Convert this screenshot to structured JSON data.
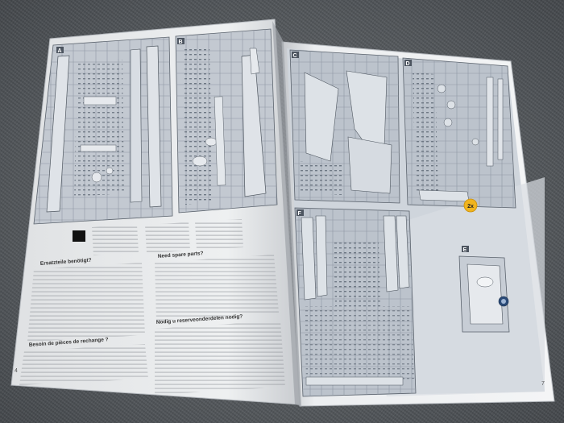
{
  "left_page": {
    "page_number": "4",
    "panel_labels": [
      "A",
      "B"
    ],
    "headings": {
      "spare_parts_de": "Ersatzteile benötigt?",
      "spare_parts_fr": "Besoin de pièces de rechange ?",
      "spare_parts_en": "Need spare parts?",
      "spare_parts_nl": "Nodig u reserveonderdelen nodig?"
    }
  },
  "right_page": {
    "page_number": "7",
    "panel_labels": [
      "C",
      "D",
      "F",
      "E"
    ],
    "badge": "2x"
  },
  "colors": {
    "background": "#55595d",
    "paper": "#f2f3f4",
    "sprue_sheet": "#c5cbd3",
    "badge": "#f0b41e"
  }
}
